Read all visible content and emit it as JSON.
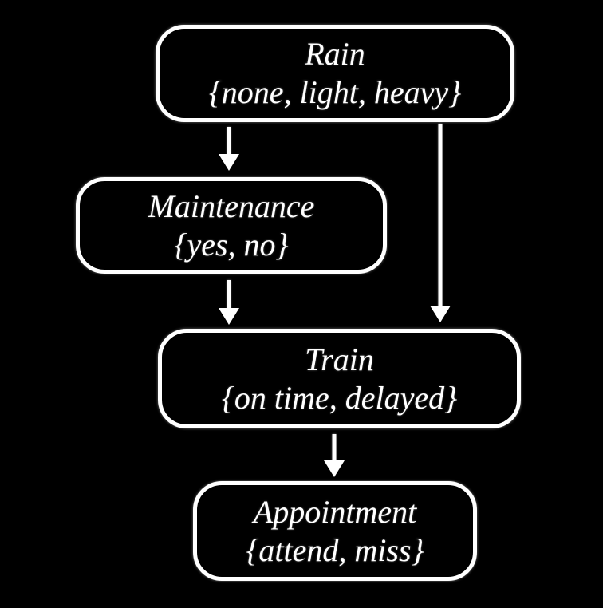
{
  "diagram": {
    "type": "bayesian-network",
    "background_color": "#000000",
    "node_border_color": "#ffffff",
    "text_color": "#ffffff",
    "nodes": [
      {
        "id": "rain",
        "title": "Rain",
        "values": "{none, light, heavy}"
      },
      {
        "id": "maintenance",
        "title": "Maintenance",
        "values": "{yes, no}"
      },
      {
        "id": "train",
        "title": "Train",
        "values": "{on time, delayed}"
      },
      {
        "id": "appointment",
        "title": "Appointment",
        "values": "{attend, miss}"
      }
    ],
    "edges": [
      {
        "from": "Rain",
        "to": "Maintenance"
      },
      {
        "from": "Rain",
        "to": "Train"
      },
      {
        "from": "Maintenance",
        "to": "Train"
      },
      {
        "from": "Train",
        "to": "Appointment"
      }
    ]
  }
}
